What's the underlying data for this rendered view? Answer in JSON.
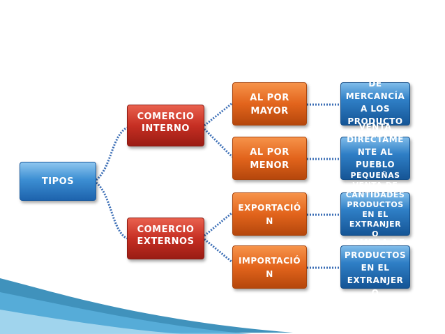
{
  "diagram": {
    "root": {
      "label": "TIPOS"
    },
    "level1": [
      {
        "label": "COMERCIO\nINTERNO"
      },
      {
        "label": "COMERCIO\nEXTERNOS"
      }
    ],
    "level2": [
      {
        "label": "AL POR\nMAYOR"
      },
      {
        "label": "AL POR\nMENOR"
      },
      {
        "label": "EXPORTACIÓ\nN"
      },
      {
        "label": "IMPORTACIÓ\nN"
      }
    ],
    "leaves": [
      {
        "label": "COMPRE\nDE\nMERCANCÍA\nA LOS\nPRODUCTO\nRES"
      },
      {
        "label": "VENTA\nDIRECTAME\nNTE AL\nPUEBLO"
      },
      {
        "label": "PEQUEÑAS\nVENTA DE\nCANTIDADES\nPRODUCTOS\nEN EL\nEXTRANJER\nO"
      },
      {
        "label": "COMPRA DE\nPRODUCTOS\nEN EL\nEXTRANJER\nO"
      }
    ]
  },
  "colors": {
    "root": "#2f7fc6",
    "level1": "#c62f23",
    "level2": "#e2641c",
    "leaf": "#2f7fc6",
    "connector": "#1f4e8c"
  }
}
